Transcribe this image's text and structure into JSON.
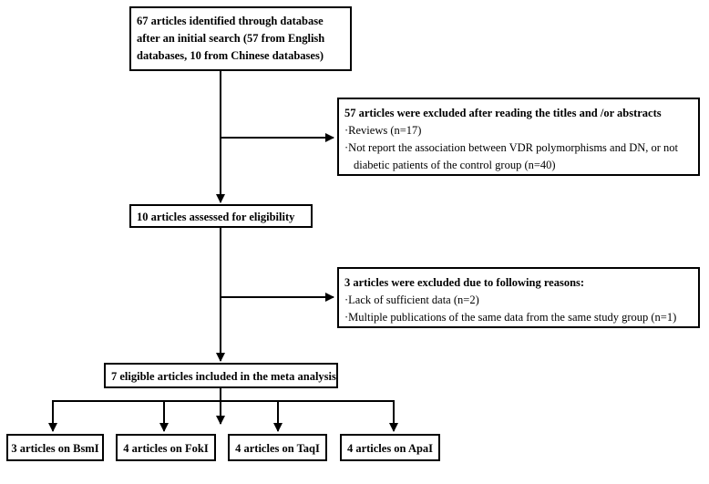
{
  "identification": {
    "line1": "67 articles identified through database",
    "line2": "after an initial search (57 from English",
    "line3": "databases, 10 from Chinese databases)"
  },
  "exclusion1": {
    "heading": "57 articles were excluded after reading the titles and /or abstracts",
    "item1": "·Reviews (n=17)",
    "item2": "·Not report the association between VDR polymorphisms and DN, or not",
    "item2_cont": "diabetic patients of the control group (n=40)"
  },
  "eligibility": {
    "label": "10 articles assessed for eligibility"
  },
  "exclusion2": {
    "heading": "3 articles were excluded due to following reasons:",
    "item1": "·Lack of sufficient data (n=2)",
    "item2": "·Multiple publications of the same data from the same study group (n=1)"
  },
  "included": {
    "label": "7 eligible articles included in the meta analysis"
  },
  "outcomes": [
    {
      "label": "3 articles on BsmI"
    },
    {
      "label": "4 articles on FokI"
    },
    {
      "label": "4 articles on TaqI"
    },
    {
      "label": "4 articles on ApaI"
    }
  ]
}
